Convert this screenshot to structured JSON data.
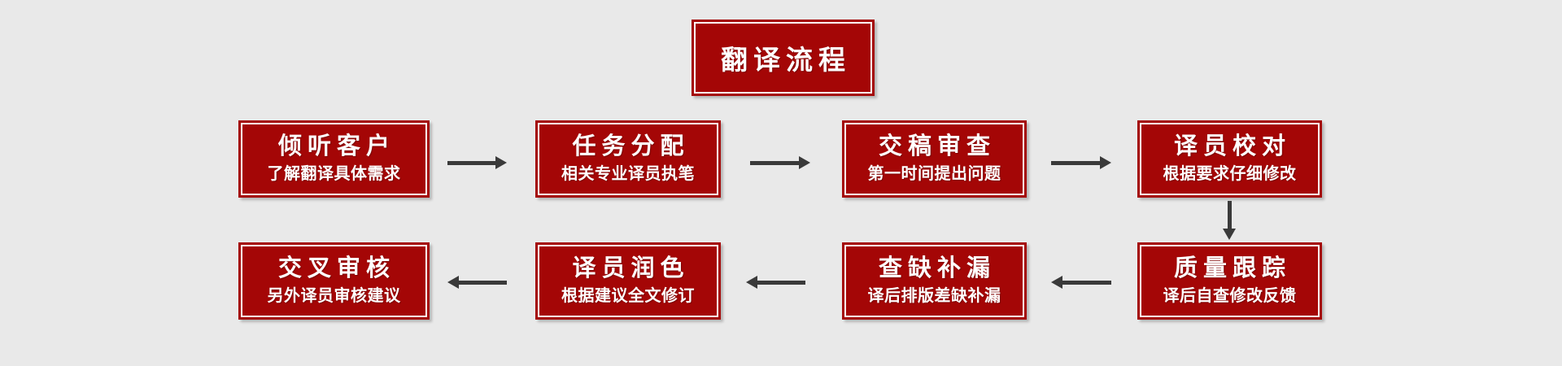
{
  "page": {
    "background": "#e9e9e9"
  },
  "colors": {
    "box_fill": "#a40606",
    "inner_border": "#ffffff",
    "text": "#ffffff",
    "arrow": "#3a3a3a"
  },
  "title": {
    "label": "翻译流程"
  },
  "steps": [
    {
      "order": 1,
      "title": "倾听客户",
      "subtitle": "了解翻译具体需求"
    },
    {
      "order": 2,
      "title": "任务分配",
      "subtitle": "相关专业译员执笔"
    },
    {
      "order": 3,
      "title": "交稿审查",
      "subtitle": "第一时间提出问题"
    },
    {
      "order": 4,
      "title": "译员校对",
      "subtitle": "根据要求仔细修改"
    },
    {
      "order": 5,
      "title": "质量跟踪",
      "subtitle": "译后自查修改反馈"
    },
    {
      "order": 6,
      "title": "查缺补漏",
      "subtitle": "译后排版差缺补漏"
    },
    {
      "order": 7,
      "title": "译员润色",
      "subtitle": "根据建议全文修订"
    },
    {
      "order": 8,
      "title": "交叉审核",
      "subtitle": "另外译员审核建议"
    }
  ]
}
